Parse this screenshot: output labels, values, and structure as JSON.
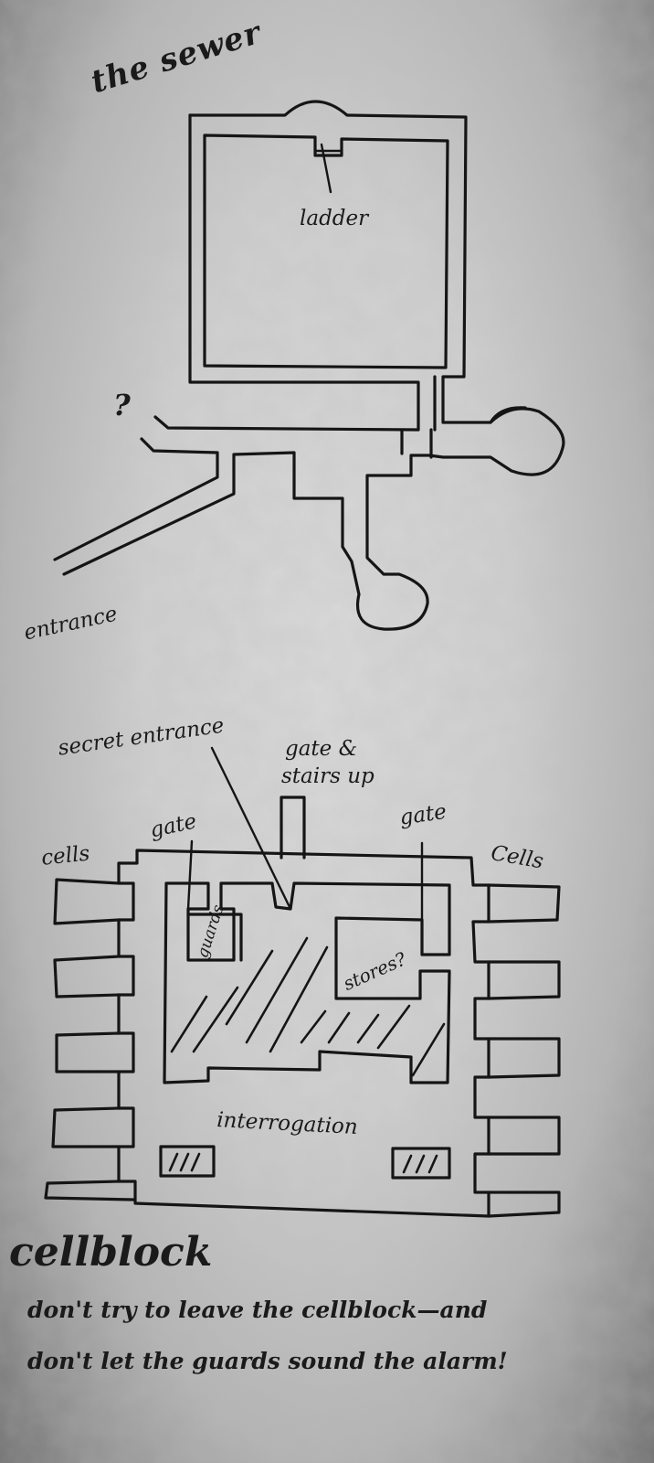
{
  "sewer": {
    "title": "the sewer",
    "ladder_label": "ladder",
    "unknown_marker": "?",
    "entrance_label": "entrance"
  },
  "cellblock": {
    "title": "cellblock",
    "secret_entrance_label": "secret entrance",
    "gate_stairs_label_line1": "gate &",
    "gate_stairs_label_line2": "stairs up",
    "gate_left_label": "gate",
    "gate_right_label": "gate",
    "cells_left_label": "cells",
    "cells_right_label": "Cells",
    "guards_label": "guards",
    "stores_label": "stores?",
    "interrogation_label": "interrogation"
  },
  "footer": {
    "line1": "don't try to leave the cellblock—and",
    "line2": "don't let the guards sound the alarm!"
  },
  "colors": {
    "ink": "#151515",
    "parchment": "#d2d2d2",
    "edge": "#6e6e6e"
  }
}
